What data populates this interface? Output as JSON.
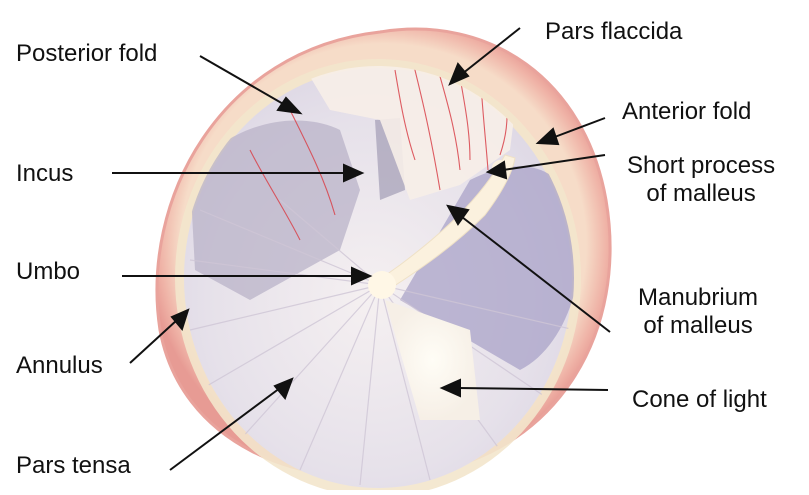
{
  "labels": {
    "posterior_fold": "Posterior fold",
    "pars_flaccida": "Pars flaccida",
    "anterior_fold": "Anterior fold",
    "incus": "Incus",
    "short_process": [
      "Short process",
      "of malleus"
    ],
    "umbo": "Umbo",
    "manubrium": [
      "Manubrium",
      "of malleus"
    ],
    "annulus": "Annulus",
    "cone_of_light": "Cone of light",
    "pars_tensa": "Pars tensa"
  },
  "colors": {
    "rim": "#eda9a0",
    "rim_inner": "#f6e4cf",
    "membrane": "#ebe6ec",
    "shadow": "#b7b0c9",
    "malleus": "#fbf3e3",
    "cone_of_light": "#fdfaf2",
    "vessel": "#d9424a",
    "arrow": "#111111"
  }
}
